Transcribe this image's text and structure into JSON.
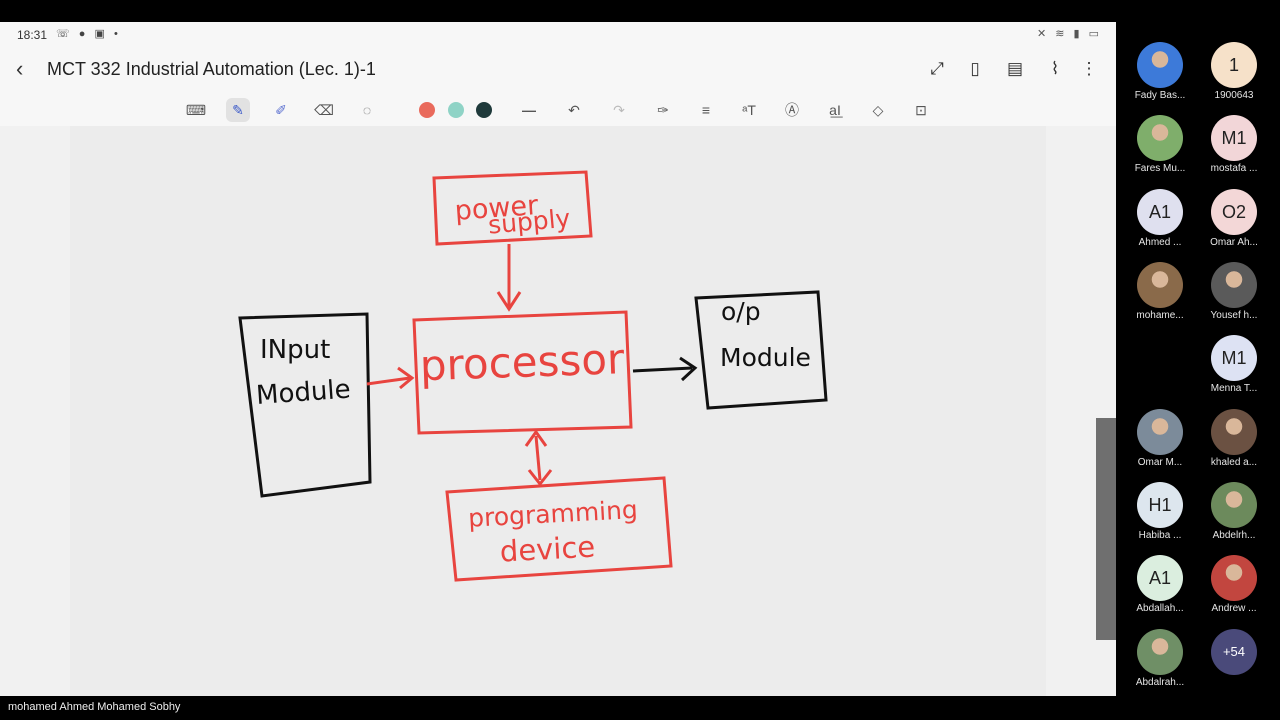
{
  "status": {
    "time": "18:31"
  },
  "title": "MCT 332 Industrial Automation (Lec. 1)-1",
  "colors": {
    "red": "#e8443f",
    "ink": "#111111",
    "swatch_1": "#e96a5c",
    "swatch_2": "#8fd3c6",
    "swatch_3": "#1f3a3b"
  },
  "diagram": {
    "power_supply_line1": "power",
    "power_supply_line2": "supply",
    "processor": "processor",
    "input_line1": "INput",
    "input_line2": "Module",
    "output_line1": "o/p",
    "output_line2": "Module",
    "prog_line1": "programming",
    "prog_line2": "device"
  },
  "participants": [
    {
      "name": "Fady Bas...",
      "initials": "",
      "color": "#3d7ad9",
      "photo": true
    },
    {
      "name": "1900643",
      "initials": "1",
      "color": "#f6e1c9"
    },
    {
      "name": "Fares Mu...",
      "initials": "",
      "color": "#7fae6b",
      "photo": true
    },
    {
      "name": "mostafa ...",
      "initials": "M1",
      "color": "#f2d6d8"
    },
    {
      "name": "Ahmed ...",
      "initials": "A1",
      "color": "#dfe0ef"
    },
    {
      "name": "Omar Ah...",
      "initials": "O2",
      "color": "#f3d7d7"
    },
    {
      "name": "mohame...",
      "initials": "",
      "color": "#8a6a4a",
      "photo": true
    },
    {
      "name": "Yousef h...",
      "initials": "",
      "color": "#5a5a5a",
      "photo": true
    },
    {
      "name": "Menna T...",
      "initials": "M1",
      "color": "#dde2f3"
    },
    {
      "name": "Omar M...",
      "initials": "",
      "color": "#7c8b9a",
      "photo": true
    },
    {
      "name": "khaled a...",
      "initials": "",
      "color": "#6b5142",
      "photo": true
    },
    {
      "name": "Habiba ...",
      "initials": "H1",
      "color": "#dde6ee"
    },
    {
      "name": "Abdelrh...",
      "initials": "",
      "color": "#6c8a5c",
      "photo": true
    },
    {
      "name": "Abdallah...",
      "initials": "A1",
      "color": "#dbeedf"
    },
    {
      "name": "Andrew ...",
      "initials": "",
      "color": "#c2463f",
      "photo": true
    },
    {
      "name": "Abdalrah...",
      "initials": "",
      "color": "#6f8f66",
      "photo": true
    },
    {
      "name": "",
      "initials": "+54",
      "color": "#4a4a7a"
    }
  ],
  "active_speaker": "mohamed Ahmed Mohamed Sobhy"
}
